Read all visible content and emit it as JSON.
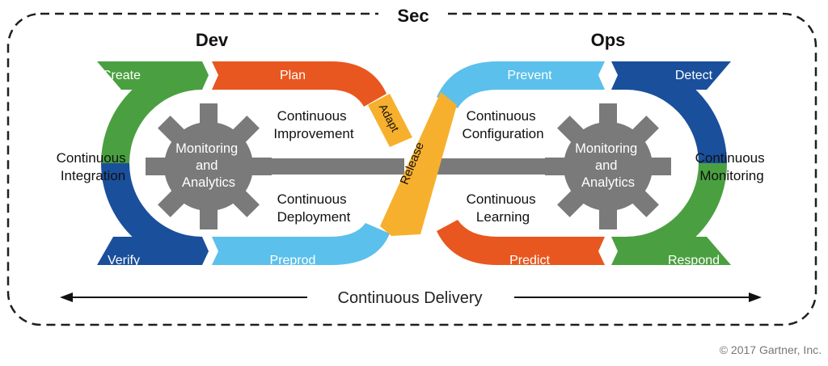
{
  "headings": {
    "sec": "Sec",
    "dev": "Dev",
    "ops": "Ops"
  },
  "dev_loop": {
    "bands": {
      "create": "Create",
      "verify": "Verify",
      "plan": "Plan",
      "preprod": "Preprod",
      "adapt": "Adapt"
    },
    "center_lines": [
      "Continuous",
      "Integration"
    ],
    "upper_lines": [
      "Continuous",
      "Improvement"
    ],
    "lower_lines": [
      "Continuous",
      "Deployment"
    ],
    "gear_lines": [
      "Monitoring",
      "and",
      "Analytics"
    ]
  },
  "release_label": "Release",
  "ops_loop": {
    "bands": {
      "prevent": "Prevent",
      "predict": "Predict",
      "detect": "Detect",
      "respond": "Respond"
    },
    "center_lines": [
      "Continuous",
      "Monitoring"
    ],
    "upper_lines": [
      "Continuous",
      "Configuration"
    ],
    "lower_lines": [
      "Continuous",
      "Learning"
    ],
    "gear_lines": [
      "Monitoring",
      "and",
      "Analytics"
    ]
  },
  "delivery_label": "Continuous Delivery",
  "copyright": "© 2017 Gartner, Inc.",
  "colors": {
    "green": "#4aa040",
    "dark_blue": "#1a4f9c",
    "light_blue": "#5bc0eb",
    "orange_red": "#e8571f",
    "amber": "#f7b02d",
    "gear_gray": "#7a7a7a",
    "border": "#1f1f1f"
  },
  "icons": {
    "gear": "gear-icon",
    "arrow_left": "arrow-left-icon",
    "arrow_right": "arrow-right-icon"
  }
}
